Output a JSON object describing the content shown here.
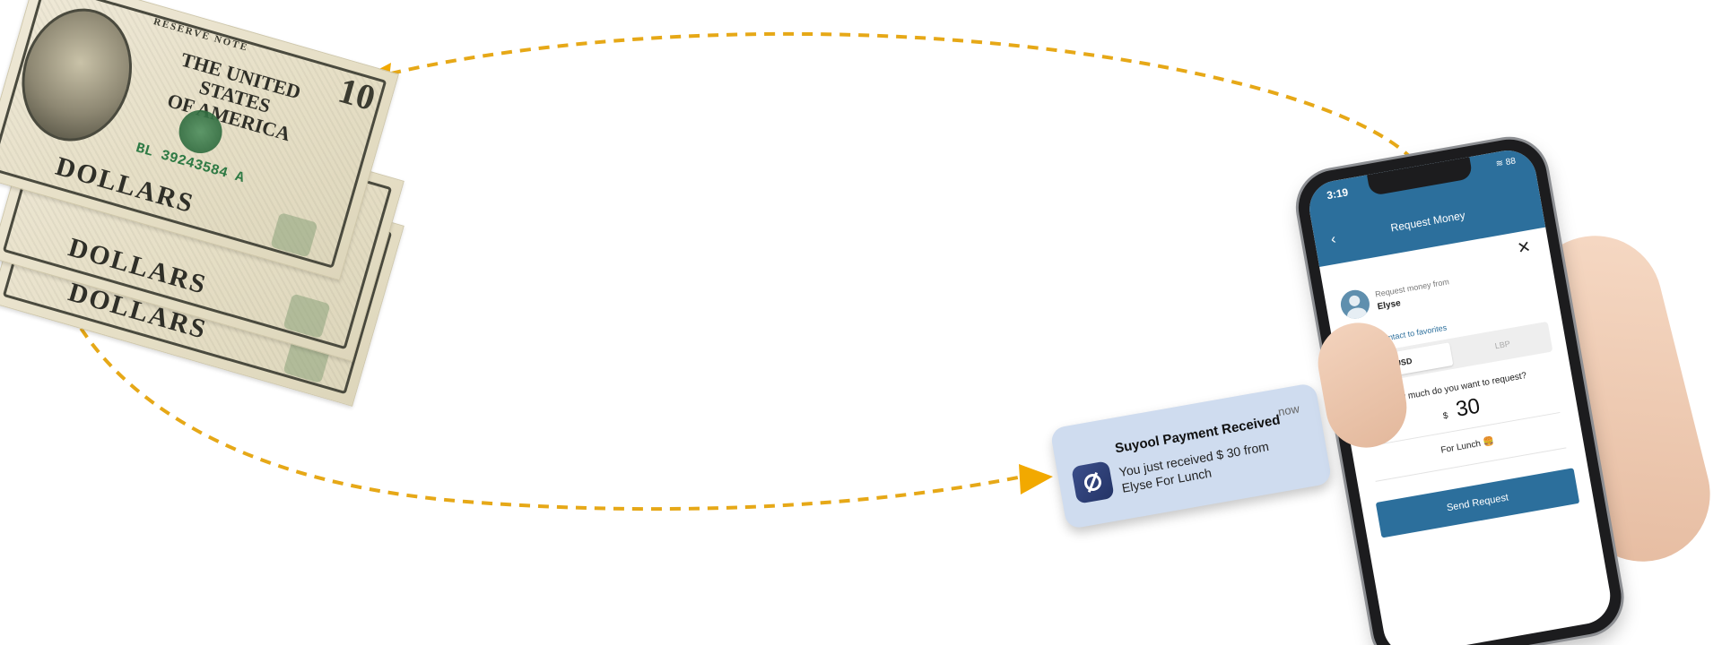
{
  "banknote": {
    "reserve_text": "RESERVE NOTE",
    "country_line1": "THE UNITED STATES",
    "country_line2": "OF AMERICA",
    "denomination": "10",
    "serial": "BL 39243584 A",
    "dollars_text": "DOLLARS"
  },
  "notification": {
    "title": "Suyool Payment Received",
    "time": "now",
    "body": "You just received $ 30 from Elyse For Lunch"
  },
  "phone": {
    "status_time": "3:19",
    "status_battery": "88",
    "header_title": "Request Money",
    "from_label": "Request money from",
    "from_name": "Elyse",
    "favorites_label": "Add Contact to favorites",
    "currency_options": [
      "USD",
      "LBP"
    ],
    "selected_currency": "USD",
    "question": "How much do you want to request?",
    "currency_symbol": "$",
    "amount": "30",
    "note": "For Lunch 🍔",
    "send_button": "Send Request"
  },
  "colors": {
    "arrow": "#e6a817",
    "brand_blue": "#2c6f9c",
    "notification_bg": "#cfdcef"
  }
}
